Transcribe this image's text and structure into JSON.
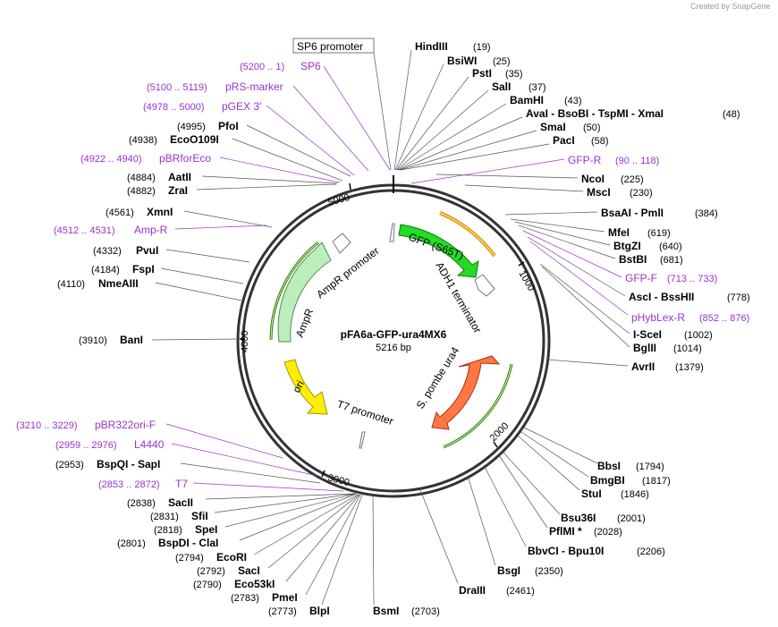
{
  "credit": "Created by SnapGene",
  "plasmid": {
    "name": "pFA6a-GFP-ura4MX6",
    "size_label": "5216 bp",
    "length": 5216
  },
  "ticks": [
    "1000",
    "2000",
    "3000",
    "4000",
    "5000"
  ],
  "features": [
    {
      "id": "gfp",
      "label": "GFP (S65T)",
      "color": "#22cc22"
    },
    {
      "id": "adh1",
      "label": "ADH1 terminator",
      "color": "#ffffff"
    },
    {
      "id": "ura4",
      "label": "S. pombe ura4",
      "color": "#ff7744"
    },
    {
      "id": "t7prom",
      "label": "T7 promoter",
      "color": "#ffffff"
    },
    {
      "id": "ori",
      "label": "ori",
      "color": "#ffee00"
    },
    {
      "id": "ampr",
      "label": "AmpR",
      "color": "#bbeebb"
    },
    {
      "id": "amprprom",
      "label": "AmpR promoter",
      "color": "#ffffff"
    },
    {
      "id": "sp6prom",
      "label": "SP6 promoter",
      "color": "#ffffff"
    }
  ],
  "enzymes": [
    {
      "name": "HindIII",
      "pos": "(19)"
    },
    {
      "name": "BsiWI",
      "pos": "(25)"
    },
    {
      "name": "PstI",
      "pos": "(35)"
    },
    {
      "name": "SalI",
      "pos": "(37)"
    },
    {
      "name": "BamHI",
      "pos": "(43)"
    },
    {
      "name": "AvaI  - BsoBI  - TspMI  - XmaI",
      "pos": "(48)"
    },
    {
      "name": "SmaI",
      "pos": "(50)"
    },
    {
      "name": "PacI",
      "pos": "(58)"
    },
    {
      "name": "NcoI",
      "pos": "(225)"
    },
    {
      "name": "MscI",
      "pos": "(230)"
    },
    {
      "name": "BsaAI  - PmlI",
      "pos": "(384)"
    },
    {
      "name": "MfeI",
      "pos": "(619)"
    },
    {
      "name": "BtgZI",
      "pos": "(640)"
    },
    {
      "name": "BstBI",
      "pos": "(681)"
    },
    {
      "name": "AscI  - BssHII",
      "pos": "(778)"
    },
    {
      "name": "I-SceI",
      "pos": "(1002)"
    },
    {
      "name": "BglII",
      "pos": "(1014)"
    },
    {
      "name": "AvrII",
      "pos": "(1379)"
    },
    {
      "name": "BbsI",
      "pos": "(1794)"
    },
    {
      "name": "BmgBI",
      "pos": "(1817)"
    },
    {
      "name": "StuI",
      "pos": "(1846)"
    },
    {
      "name": "Bsu36I",
      "pos": "(2001)"
    },
    {
      "name": "PflMI *",
      "pos": "(2028)"
    },
    {
      "name": "BbvCI  - Bpu10I",
      "pos": "(2206)"
    },
    {
      "name": "BsgI",
      "pos": "(2350)"
    },
    {
      "name": "DraIII",
      "pos": "(2461)"
    },
    {
      "name": "BsmI",
      "pos": "(2703)"
    },
    {
      "name": "BlpI",
      "pos": "(2773)"
    },
    {
      "name": "PmeI",
      "pos": "(2783)"
    },
    {
      "name": "Eco53kI",
      "pos": "(2790)"
    },
    {
      "name": "SacI",
      "pos": "(2792)"
    },
    {
      "name": "EcoRI",
      "pos": "(2794)"
    },
    {
      "name": "BspDI  - ClaI",
      "pos": "(2801)"
    },
    {
      "name": "SpeI",
      "pos": "(2818)"
    },
    {
      "name": "SfiI",
      "pos": "(2831)"
    },
    {
      "name": "SacII",
      "pos": "(2838)"
    },
    {
      "name": "BspQI  - SapI",
      "pos": "(2953)"
    },
    {
      "name": "BanI",
      "pos": "(3910)"
    },
    {
      "name": "NmeAIII",
      "pos": "(4110)"
    },
    {
      "name": "FspI",
      "pos": "(4184)"
    },
    {
      "name": "PvuI",
      "pos": "(4332)"
    },
    {
      "name": "XmnI",
      "pos": "(4561)"
    },
    {
      "name": "ZraI",
      "pos": "(4882)"
    },
    {
      "name": "AatII",
      "pos": "(4884)"
    },
    {
      "name": "EcoO109I",
      "pos": "(4938)"
    },
    {
      "name": "PfoI",
      "pos": "(4995)"
    }
  ],
  "primers": [
    {
      "name": "SP6",
      "range": "(5200 .. 1)"
    },
    {
      "name": "pRS-marker",
      "range": "(5100 .. 5119)"
    },
    {
      "name": "pGEX 3'",
      "range": "(4978 .. 5000)"
    },
    {
      "name": "pBRforEco",
      "range": "(4922 .. 4940)"
    },
    {
      "name": "Amp-R",
      "range": "(4512 .. 4531)"
    },
    {
      "name": "GFP-R",
      "range": "(90 .. 118)"
    },
    {
      "name": "GFP-F",
      "range": "(713 .. 733)"
    },
    {
      "name": "pHybLex-R",
      "range": "(852 .. 876)"
    },
    {
      "name": "pBR322ori-F",
      "range": "(3210 .. 3229)"
    },
    {
      "name": "L4440",
      "range": "(2959 .. 2976)"
    },
    {
      "name": "T7",
      "range": "(2853 .. 2872)"
    }
  ]
}
